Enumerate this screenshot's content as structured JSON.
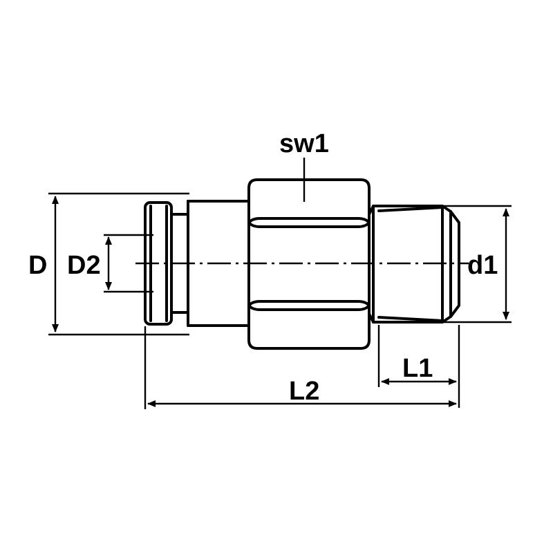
{
  "labels": {
    "sw1": "sw1",
    "D": "D",
    "D2": "D2",
    "d1": "d1",
    "L1": "L1",
    "L2": "L2"
  },
  "colors": {
    "ink": "#000000",
    "background": "#ffffff"
  }
}
